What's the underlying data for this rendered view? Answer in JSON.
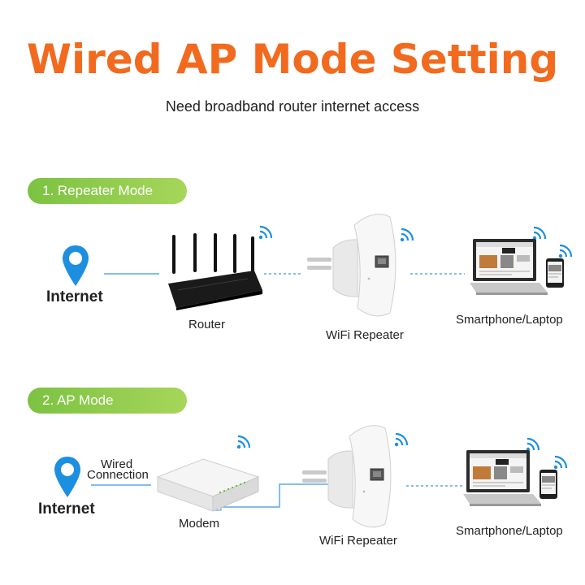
{
  "title": "Wired AP Mode Setting",
  "subtitle": "Need broadband router internet access",
  "sections": [
    {
      "badge": "1. Repeater Mode",
      "internet": "Internet",
      "router": "Router",
      "repeater": "WiFi Repeater",
      "devices": "Smartphone/Laptop"
    },
    {
      "badge": "2. AP Mode",
      "internet": "Internet",
      "wired": "Wired",
      "connection": "Connection",
      "modem": "Modem",
      "repeater": "WiFi Repeater",
      "devices": "Smartphone/Laptop"
    }
  ],
  "colors": {
    "title": "#f26a1e",
    "badge": "#7cc242",
    "pin": "#1d8fe0",
    "wifi": "#1d8fe0",
    "link": "#5aa9e6"
  },
  "icons": [
    "location-pin-icon",
    "wifi-signal-icon"
  ]
}
